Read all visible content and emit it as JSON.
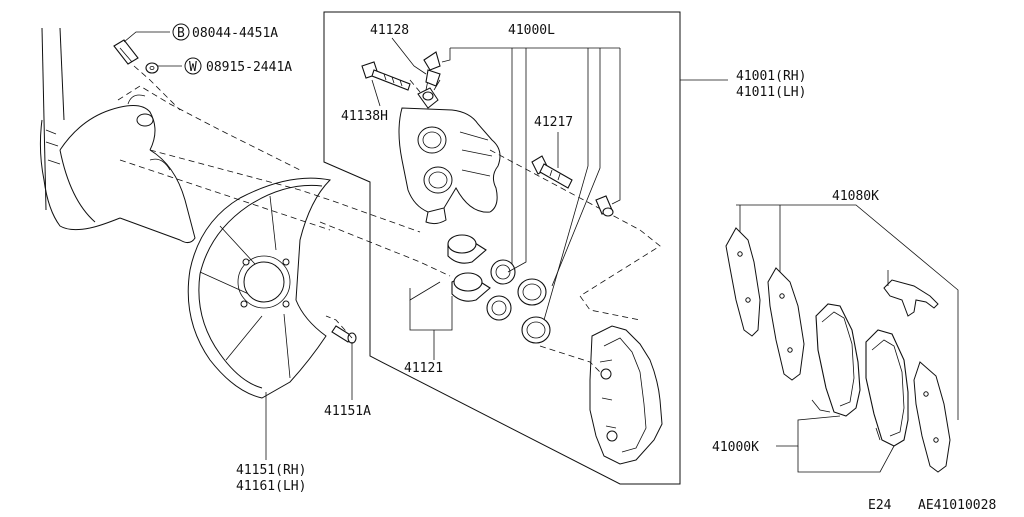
{
  "diagram": {
    "labels": {
      "bolt_b_marker": "B",
      "bolt_b_part": "08044-4451A",
      "washer_w_marker": "W",
      "washer_w_part": "08915-2441A",
      "guide_pin": "41128",
      "caliper_assembly": "41000L",
      "pin_bolt": "41138H",
      "bleeder": "41217",
      "caliper_rh": "41001(RH)",
      "caliper_lh": "41011(LH)",
      "pad_kit": "41080K",
      "piston": "41121",
      "pad_set": "41000K",
      "baffle_bolt": "41151A",
      "baffle_rh": "41151(RH)",
      "baffle_lh": "41161(LH)"
    },
    "footer": {
      "section_code": "E24",
      "drawing_number": "AE41010028"
    }
  }
}
